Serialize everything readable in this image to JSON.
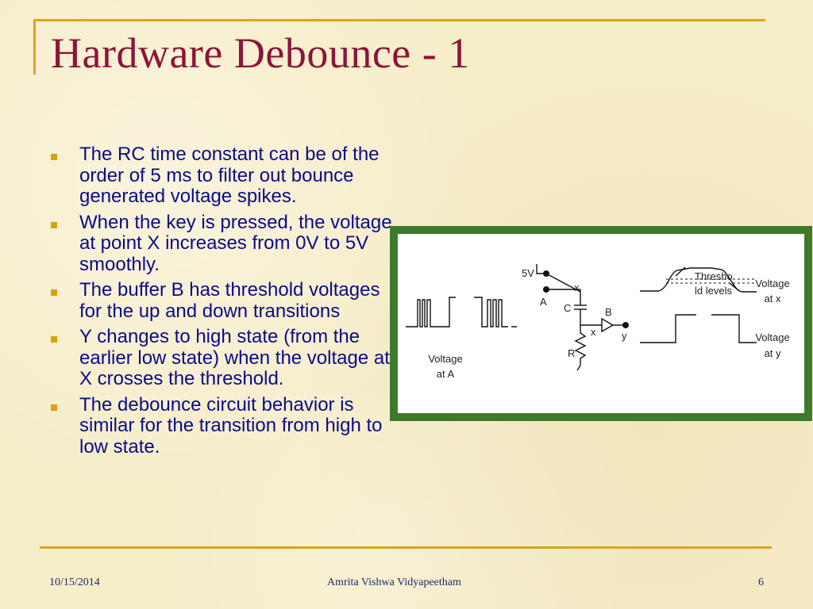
{
  "slide": {
    "title": "Hardware Debounce - 1",
    "bullets": [
      "The RC time constant can be of the order of 5 ms to filter out bounce generated voltage spikes.",
      "When the key is pressed, the voltage at point X increases from 0V to 5V smoothly.",
      "The buffer B has threshold voltages for the up and down transitions",
      "Y changes to high state (from the earlier low state) when the voltage at X crosses the threshold.",
      "The debounce circuit behavior is similar for the transition from high to low state."
    ]
  },
  "figure": {
    "label_5v": "5V",
    "label_a": "A",
    "label_x_upper": "x",
    "label_c": "C",
    "label_b": "B",
    "label_x_lower": "x",
    "label_y": "y",
    "label_r": "R",
    "voltage_at_a_line1": "Voltage",
    "voltage_at_a_line2": "at A",
    "threshold_line1": "Thresho",
    "threshold_line2": "ld levels",
    "voltage_at_x_line1": "Voltage",
    "voltage_at_x_line2": "at x",
    "voltage_at_y_line1": "Voltage",
    "voltage_at_y_line2": "at y"
  },
  "footer": {
    "date": "10/15/2014",
    "center": "Amrita Vishwa Vidyapeetham",
    "page": "6"
  },
  "colors": {
    "background": "#f6edc9",
    "title": "#8b1538",
    "body_text": "#0b0b8a",
    "accent": "#d9a520",
    "figure_border": "#3f7a2c"
  }
}
